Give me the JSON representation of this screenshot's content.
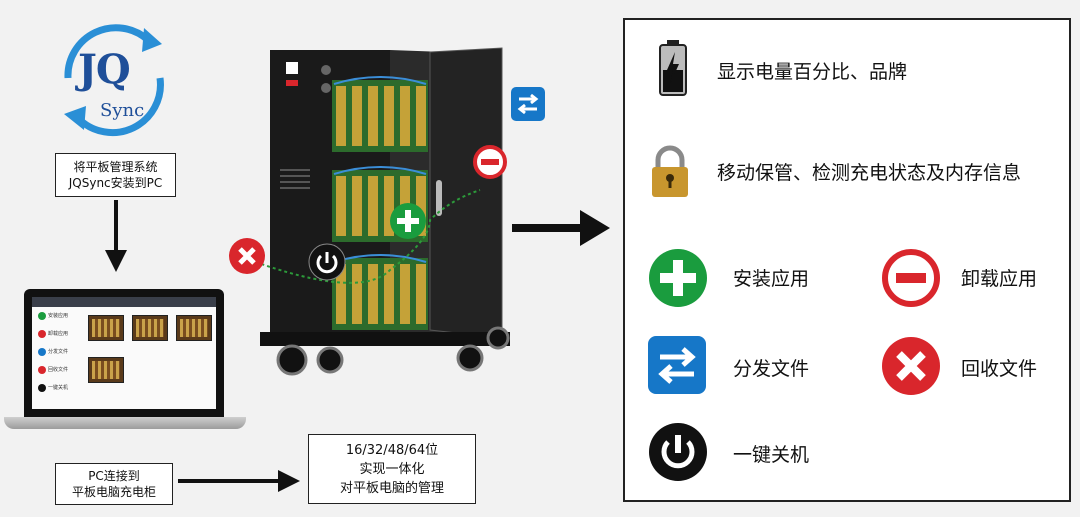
{
  "logo": {
    "text": "JQ",
    "subtext": "Sync"
  },
  "captions": {
    "install": [
      "将平板管理系统",
      "JQSync安装到PC"
    ],
    "connect": [
      "PC连接到",
      "平板电脑充电柜"
    ],
    "capacity": [
      "16/32/48/64位",
      "实现一体化",
      "对平板电脑的管理"
    ]
  },
  "laptop": {
    "sidebar": [
      "安装应用",
      "卸载应用",
      "分发文件",
      "回收文件",
      "一键关机"
    ]
  },
  "features": {
    "battery": "显示电量百分比、品牌",
    "lock": "移动保管、检测充电状态及内存信息",
    "install": "安装应用",
    "uninstall": "卸载应用",
    "distribute": "分发文件",
    "recall": "回收文件",
    "shutdown": "一键关机"
  },
  "colors": {
    "green": "#1a9c3e",
    "red": "#d9262c",
    "blue": "#1677c8",
    "logo_blue": "#1f4f99"
  },
  "icons": [
    "battery-icon",
    "padlock-icon",
    "plus-icon",
    "minus-icon",
    "swap-arrows-icon",
    "close-x-icon",
    "power-icon"
  ]
}
